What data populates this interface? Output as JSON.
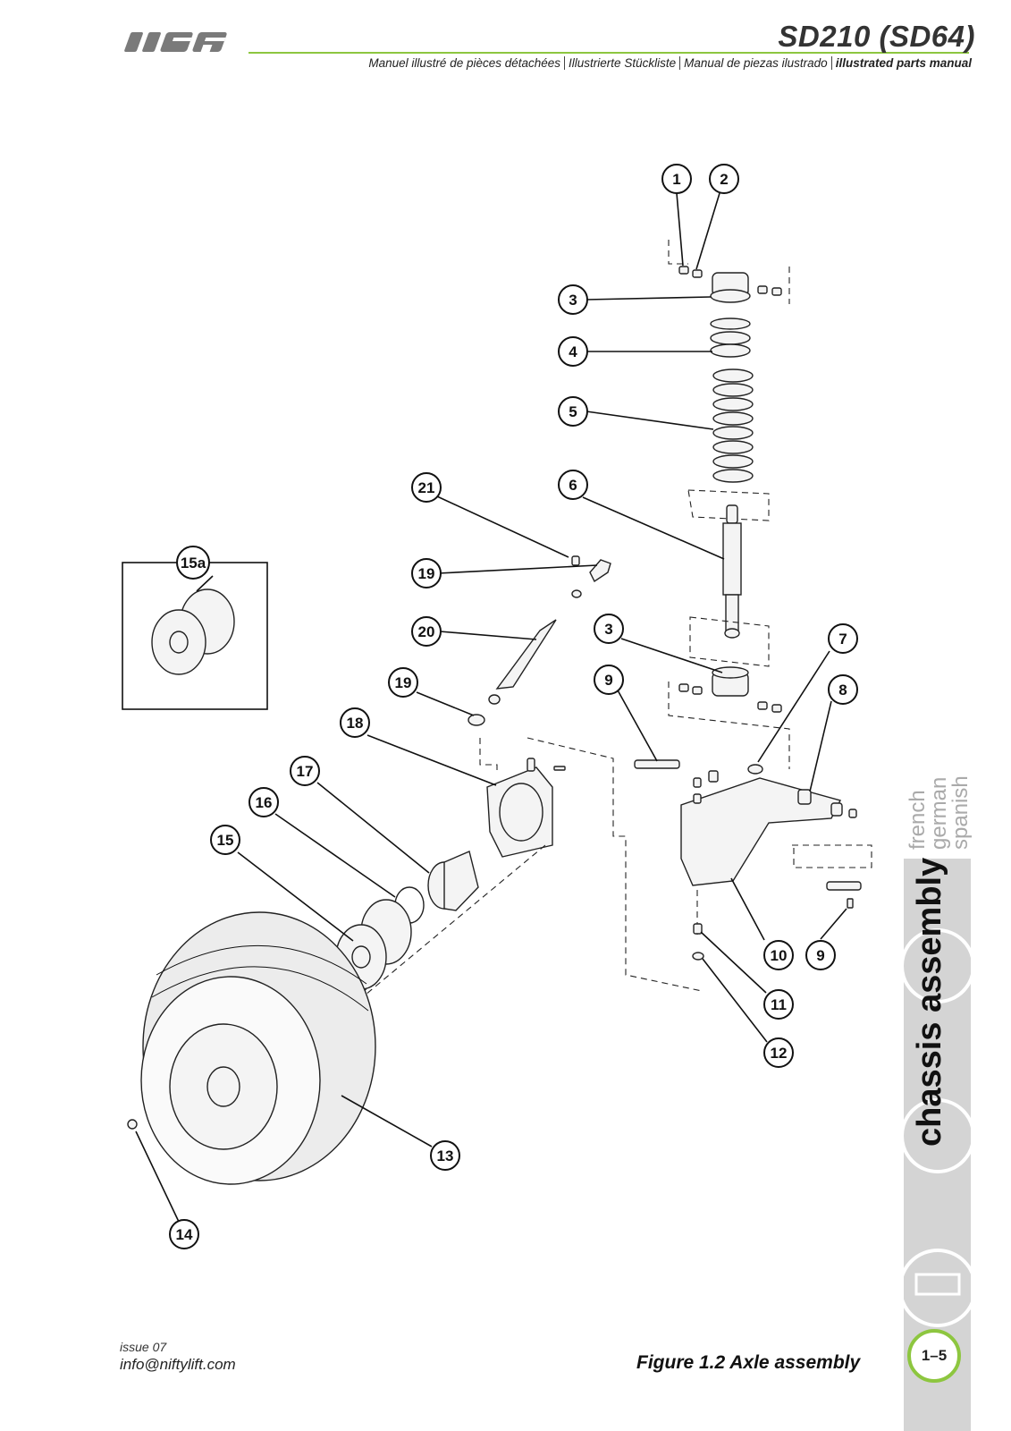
{
  "header": {
    "logo_text": "lift",
    "title": "SD210 (SD64)",
    "subtitles": [
      "Manuel illustré de pièces détachées",
      "Illustrierte Stückliste",
      "Manual de piezas ilustrado",
      "illustrated parts manual"
    ]
  },
  "diagram": {
    "callouts": [
      "1",
      "2",
      "3",
      "4",
      "5",
      "6",
      "21",
      "19",
      "20",
      "3",
      "9",
      "7",
      "8",
      "19",
      "18",
      "17",
      "16",
      "15",
      "15a",
      "10",
      "9",
      "11",
      "12",
      "13",
      "14"
    ]
  },
  "side_tab": {
    "languages": [
      "french",
      "german",
      "spanish"
    ],
    "section": "chassis assembly",
    "page": "1–5"
  },
  "footer": {
    "issue": "issue 07",
    "email": "info@niftylift.com",
    "caption": "Figure 1.2  Axle assembly"
  },
  "colors": {
    "accent_green": "#8dc63f",
    "tab_grey": "#d4d4d4"
  }
}
